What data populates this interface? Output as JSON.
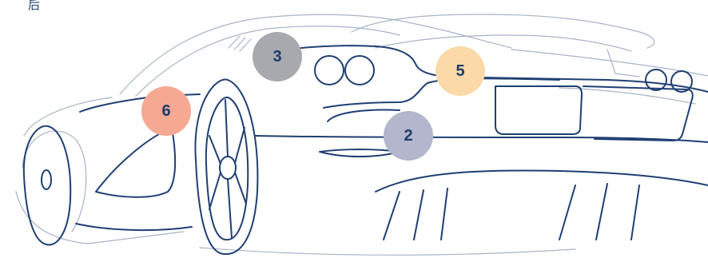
{
  "corner_label": "后",
  "markers": [
    {
      "number": "3",
      "color": "#a8a9ae"
    },
    {
      "number": "5",
      "color": "#fbd9a8"
    },
    {
      "number": "6",
      "color": "#f5a993"
    },
    {
      "number": "2",
      "color": "#b3b6cc"
    }
  ],
  "colors": {
    "outline_dark": "#1f3f72",
    "outline_light": "#a6b3c8",
    "text": "#1c3d6b"
  }
}
